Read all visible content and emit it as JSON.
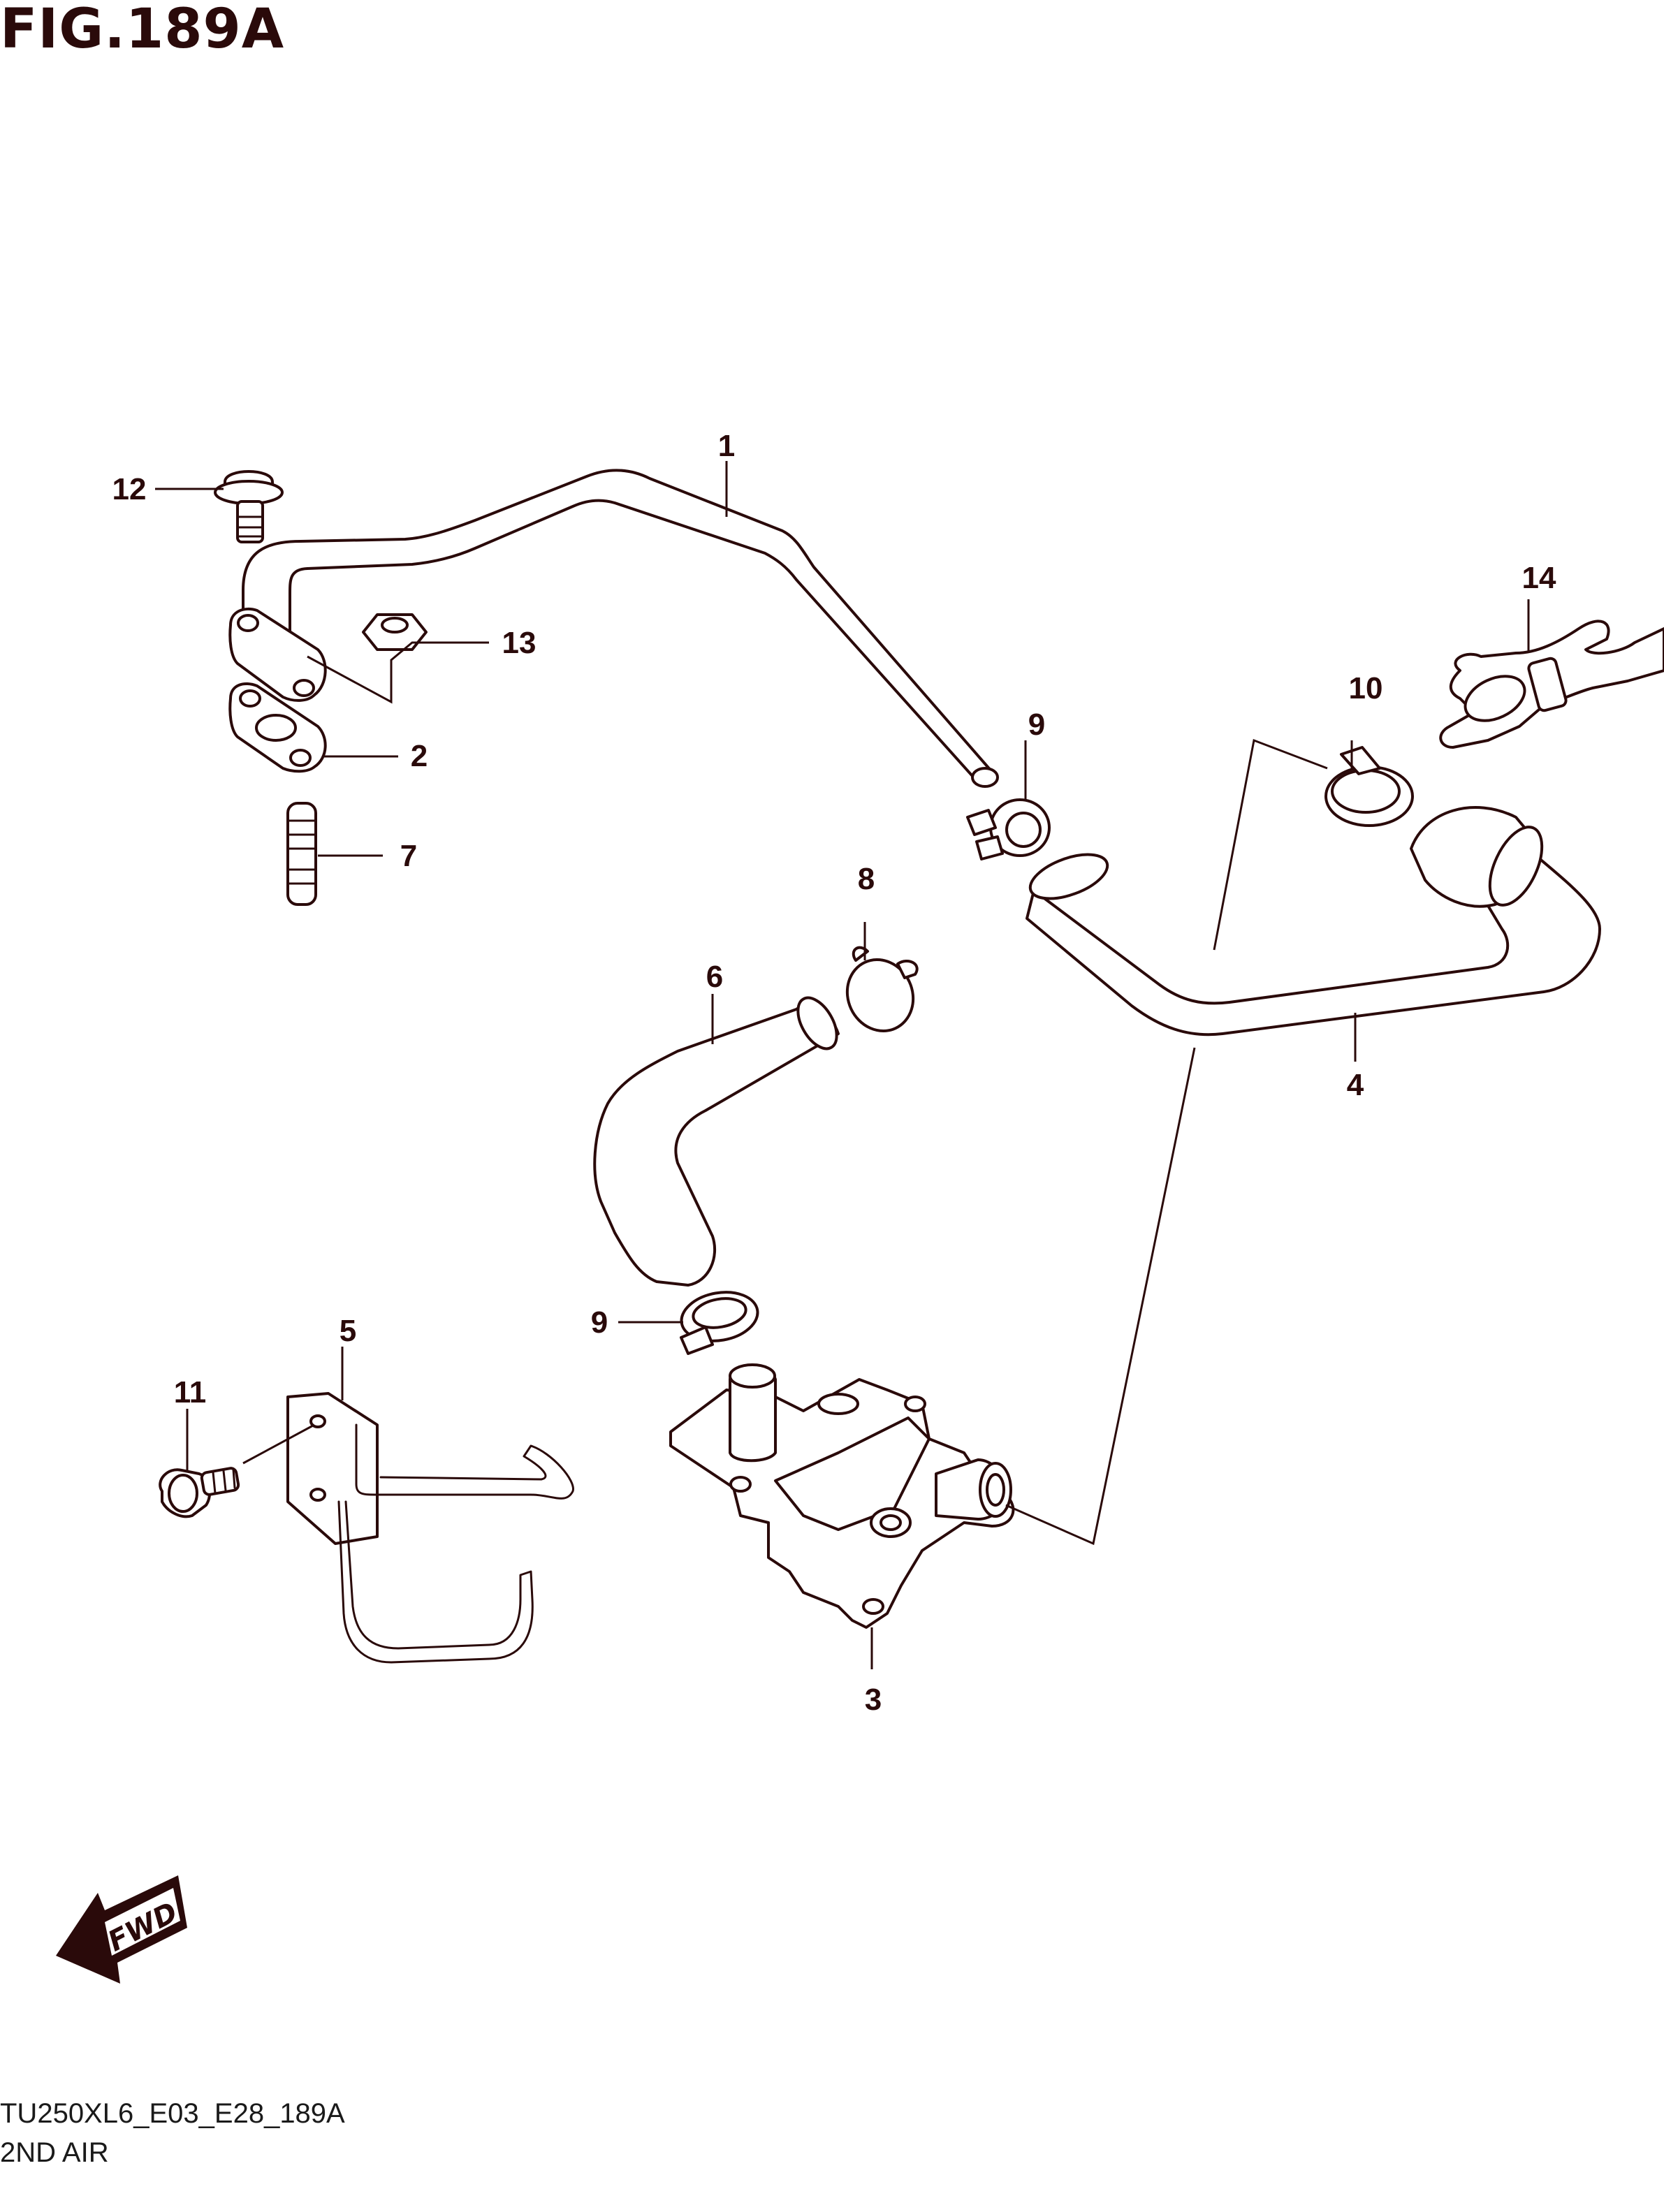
{
  "figure": {
    "title": "FIG.189A"
  },
  "callouts": {
    "c1": "1",
    "c2": "2",
    "c3": "3",
    "c4": "4",
    "c5": "5",
    "c6": "6",
    "c7": "7",
    "c8": "8",
    "c9a": "9",
    "c9b": "9",
    "c10": "10",
    "c11": "11",
    "c12": "12",
    "c13": "13",
    "c14": "14"
  },
  "fwd_badge": {
    "label": "FWD"
  },
  "footer": {
    "code": "TU250XL6_E03_E28_189A",
    "name": "2ND AIR"
  },
  "colors": {
    "line": "#2a0a0a",
    "background": "#ffffff"
  }
}
